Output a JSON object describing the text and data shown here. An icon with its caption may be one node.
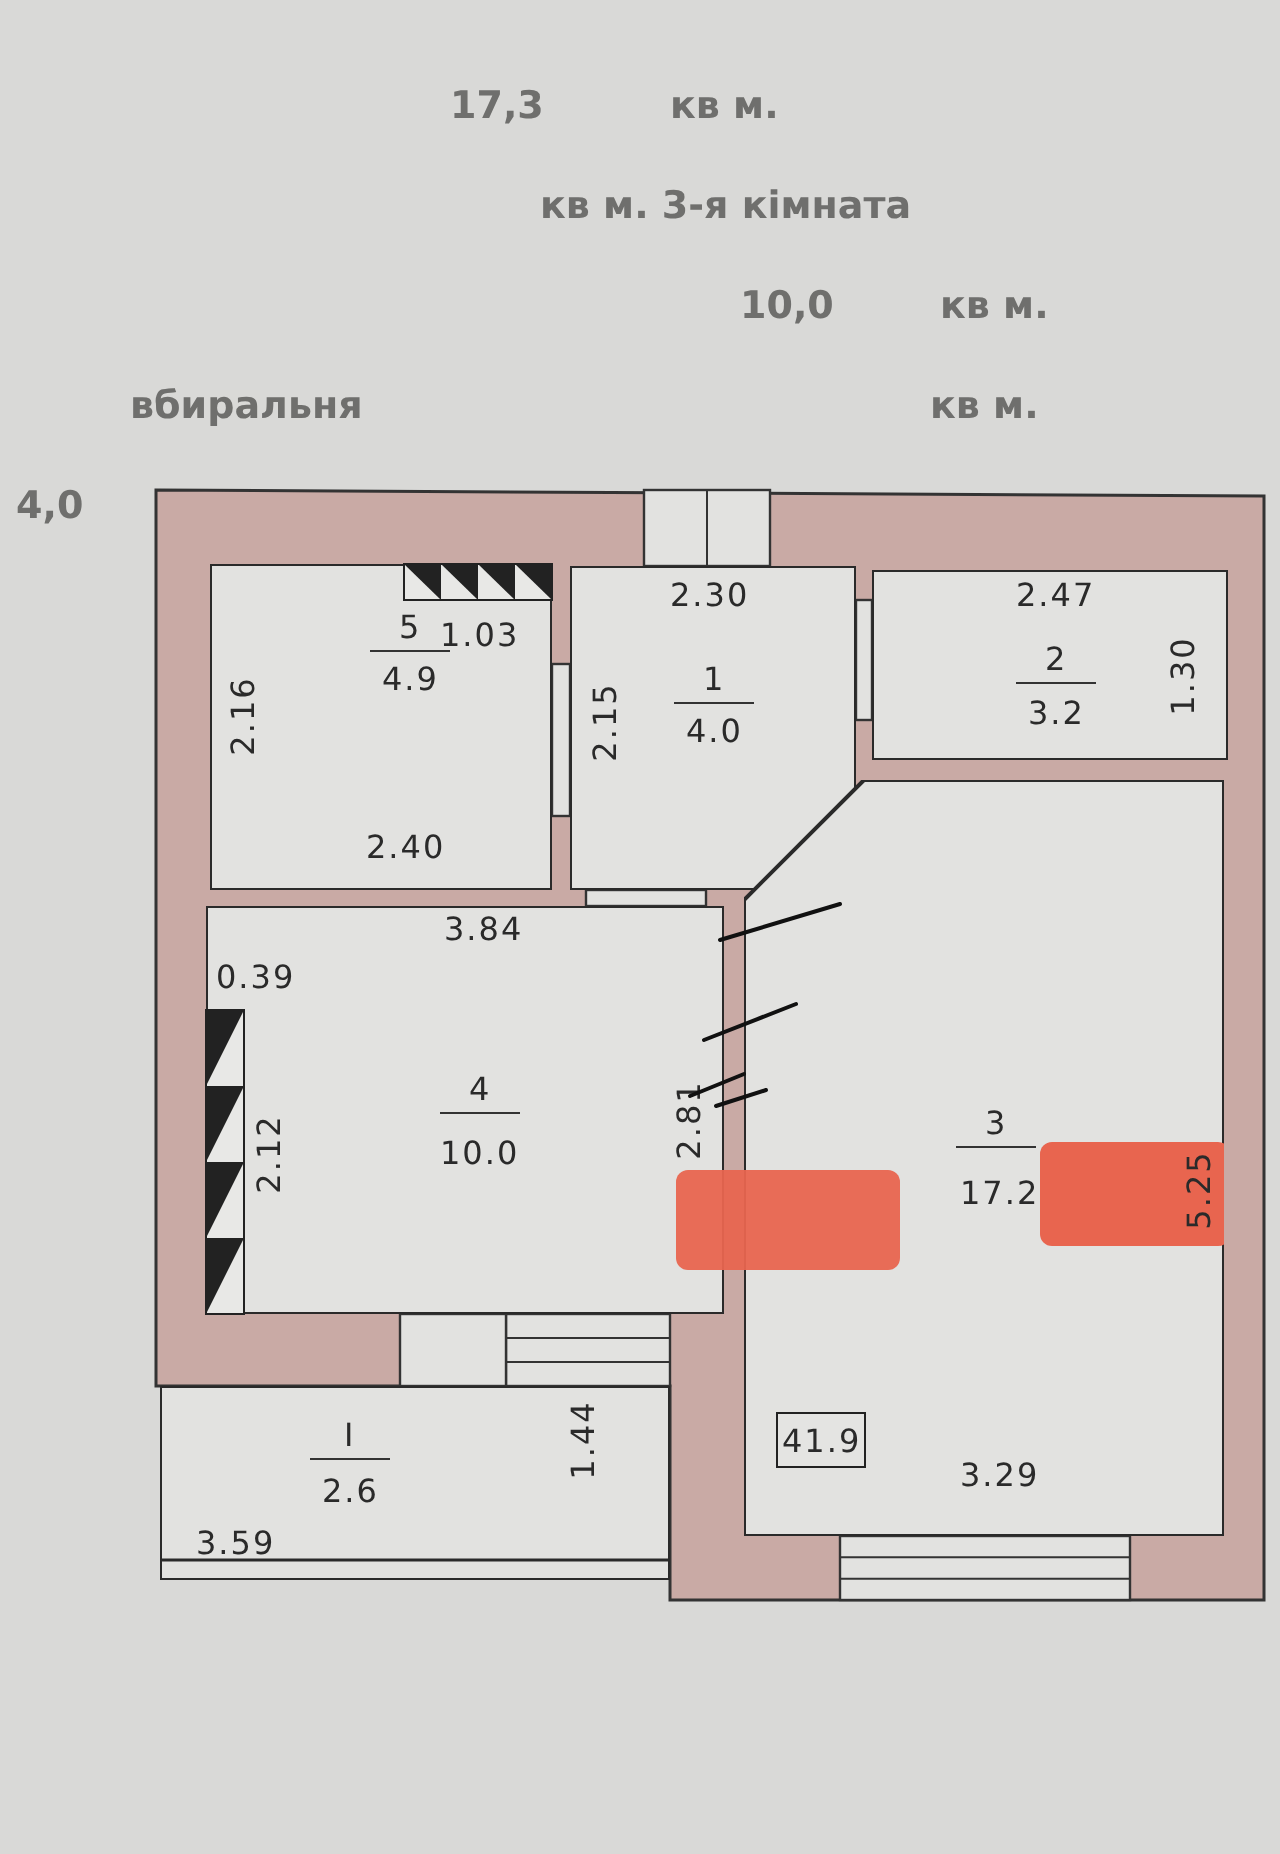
{
  "diagram": {
    "nodes": [
      {
        "text": [
          "5",
          "4.9",
          "1.03",
          "2.16",
          "2.40"
        ]
      },
      {
        "text": [
          "2.30",
          "1",
          "4.0",
          "2.15"
        ]
      },
      {
        "text": [
          "2.47",
          "2",
          "3.2",
          "1.30"
        ]
      },
      {
        "text": [
          "3.84",
          "0.39",
          "4",
          "10.0",
          "2.12",
          "2.81"
        ]
      },
      {
        "text": [
          "3",
          "17.2",
          "5.25",
          "3.29"
        ]
      },
      {
        "text": [
          "41.9"
        ],
        "in": 4
      },
      {
        "text": [
          "I",
          "2.6",
          "1.44",
          "3.59"
        ]
      }
    ],
    "labels": [
      "17,3",
      "кв м.",
      "кв м. 3-я кімната",
      "10,0",
      "кв м.",
      "вбиральня",
      "кв м.",
      "4,0"
    ]
  }
}
